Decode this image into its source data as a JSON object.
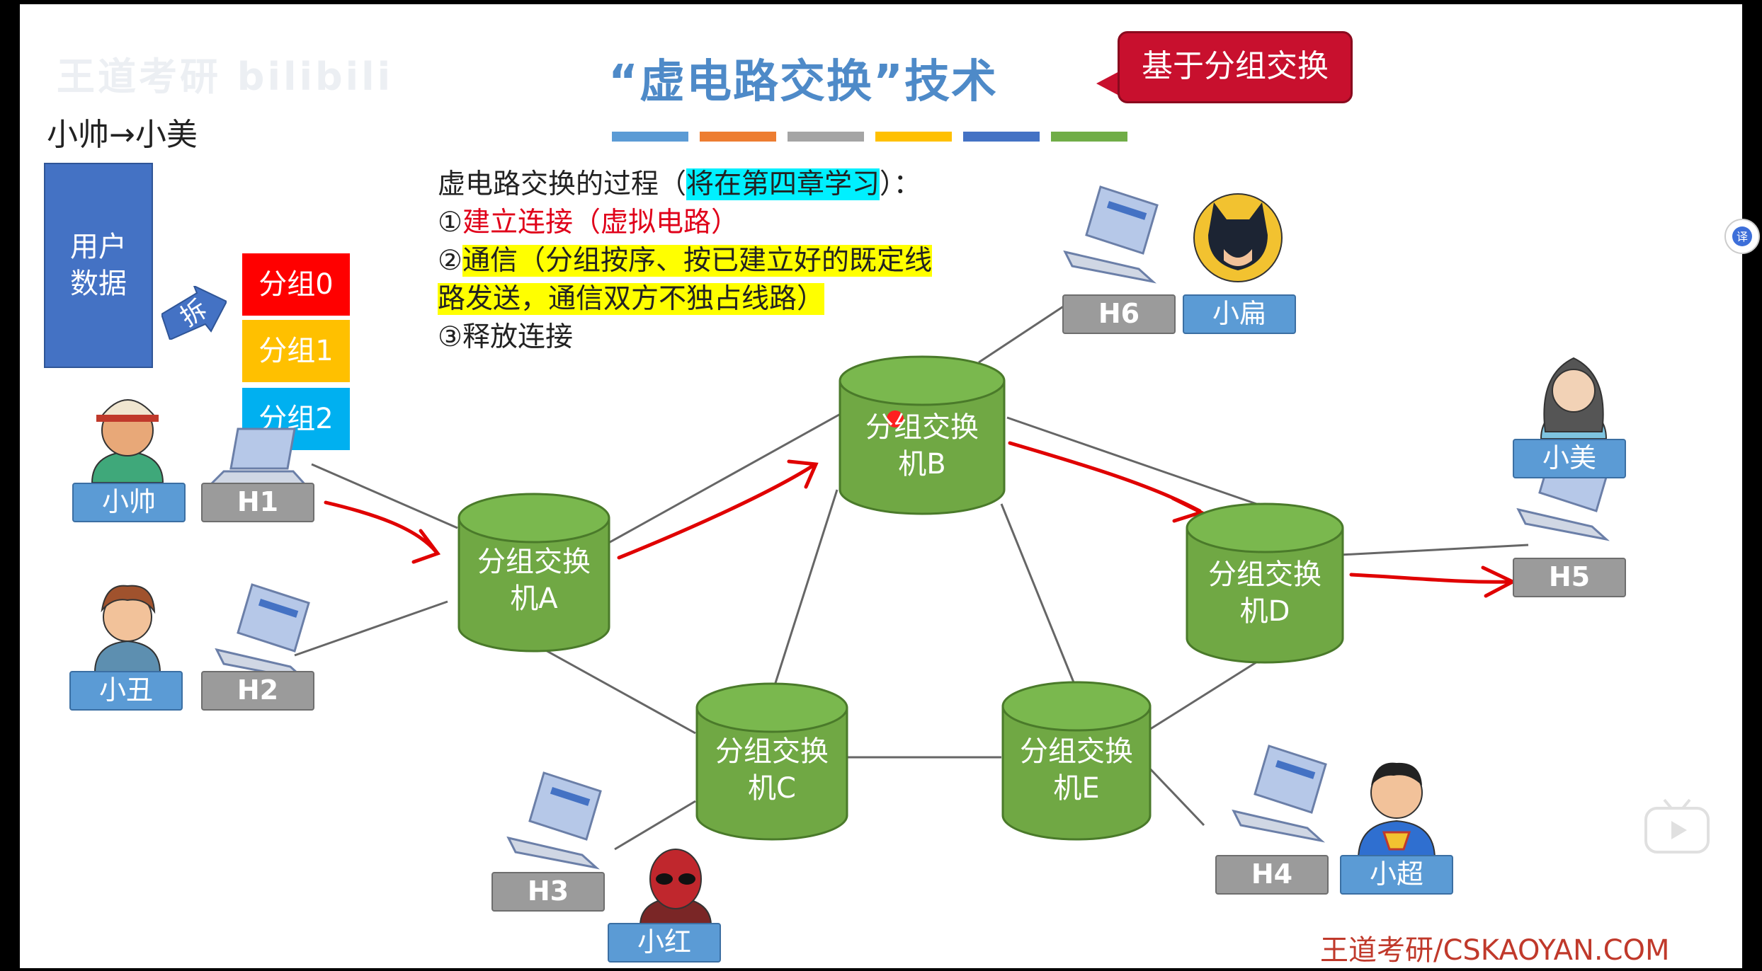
{
  "title": "“虚电路交换”技术",
  "callout": "基于分组交换",
  "watermark": "王道考研 bilibili",
  "pair_label": "小帅→小美",
  "user_data": "用户数据",
  "split_label": "拆",
  "packets": [
    "分组0",
    "分组1",
    "分组2"
  ],
  "process": {
    "heading_a": "虚电路交换的过程（",
    "heading_hl": "将在第四章学习",
    "heading_b": "）：",
    "step1_num": "①",
    "step1": "建立连接（虚拟电路）",
    "step2_num": "②",
    "step2_line1": "通信（分组按序、按已建立好的既定线",
    "step2_line2": "路发送，通信双方不独占线路）",
    "step3": "③释放连接"
  },
  "switches": {
    "A": "分组交换机A",
    "B": "分组交换机B",
    "C": "分组交换机C",
    "D": "分组交换机D",
    "E": "分组交换机E"
  },
  "hosts": [
    "H1",
    "H2",
    "H3",
    "H4",
    "H5",
    "H6"
  ],
  "people": [
    "小帅",
    "小丑",
    "小红",
    "小超",
    "小美",
    "小扁"
  ],
  "footer": "王道考研/CSKAOYAN.COM",
  "colors": {
    "switch_fill": "#70a844",
    "title": "#4e8ac8",
    "callout": "#c8102e",
    "packet0": "#ff0000",
    "packet1": "#ffc000",
    "packet2": "#00b0f0",
    "user_data": "#4472c4",
    "arrow": "#e00000"
  },
  "icons": [
    "laptop-icon",
    "person-avatar-icon",
    "batman-avatar-icon",
    "superman-avatar-icon",
    "deadpool-avatar-icon",
    "translate-icon",
    "play-icon"
  ]
}
